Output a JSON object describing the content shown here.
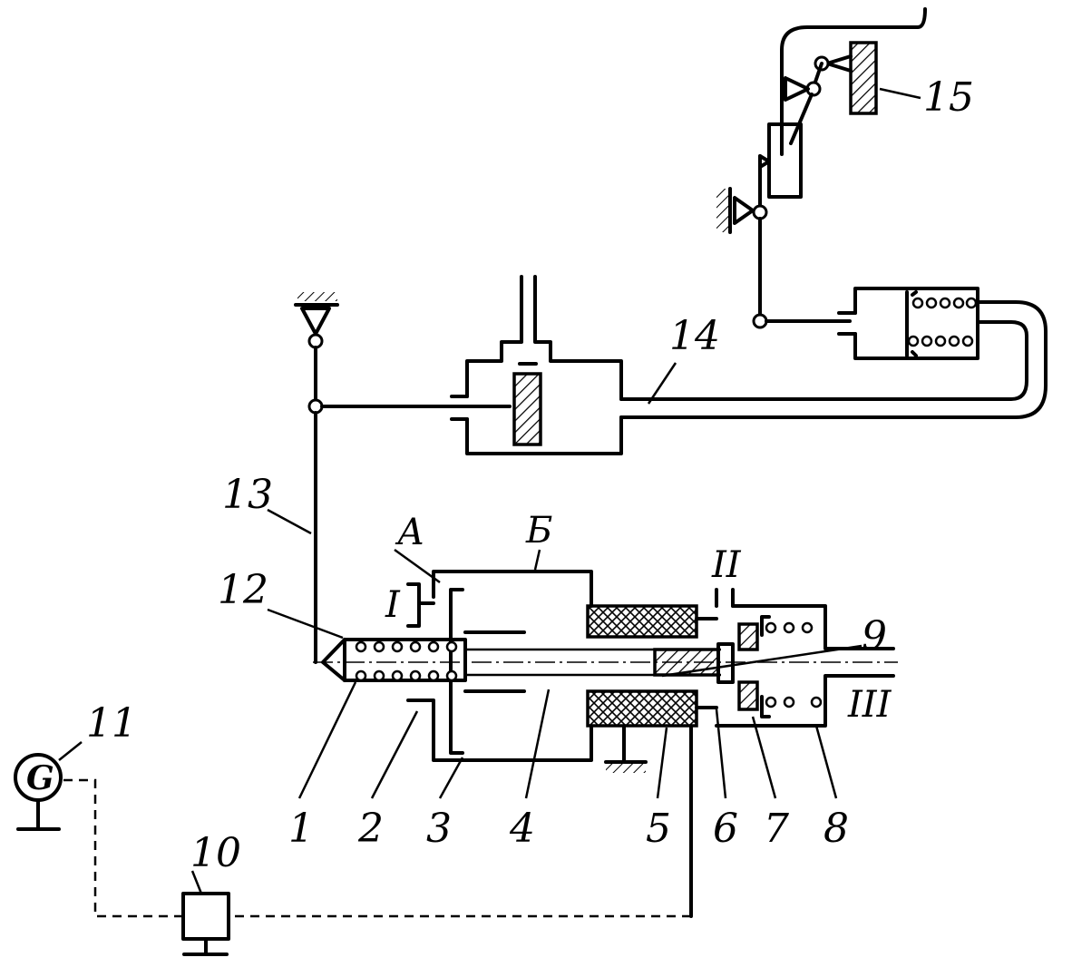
{
  "numbers": {
    "n1": "1",
    "n2": "2",
    "n3": "3",
    "n4": "4",
    "n5": "5",
    "n6": "6",
    "n7": "7",
    "n8": "8",
    "n9": "9",
    "n10": "10",
    "n11": "11",
    "n12": "12",
    "n13": "13",
    "n14": "14",
    "n15": "15"
  },
  "letters": {
    "a": "А",
    "b": "Б"
  },
  "ports": {
    "p1": "I",
    "p2": "II",
    "p3": "III"
  },
  "generator_symbol": "G"
}
